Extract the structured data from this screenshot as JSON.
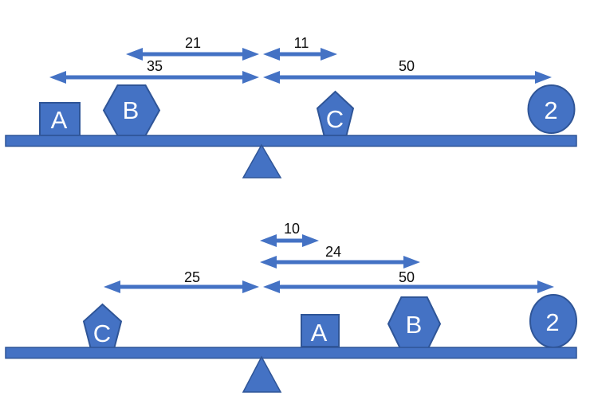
{
  "colors": {
    "shape_fill": "#4472C4",
    "shape_stroke": "#2F5597",
    "dimension_text": "#0d0d0d",
    "shape_label_text": "#ffffff",
    "background": "#ffffff"
  },
  "top_diagram": {
    "distances": {
      "inner_left": "21",
      "inner_right": "11",
      "outer_left": "35",
      "outer_right": "50"
    },
    "weights": {
      "square": "A",
      "hexagon": "B",
      "pentagon": "C",
      "circle": "2"
    }
  },
  "bottom_diagram": {
    "distances": {
      "inner_right": "10",
      "middle_right": "24",
      "outer_left": "25",
      "outer_right": "50"
    },
    "weights": {
      "pentagon": "C",
      "square": "A",
      "hexagon": "B",
      "circle": "2"
    }
  }
}
